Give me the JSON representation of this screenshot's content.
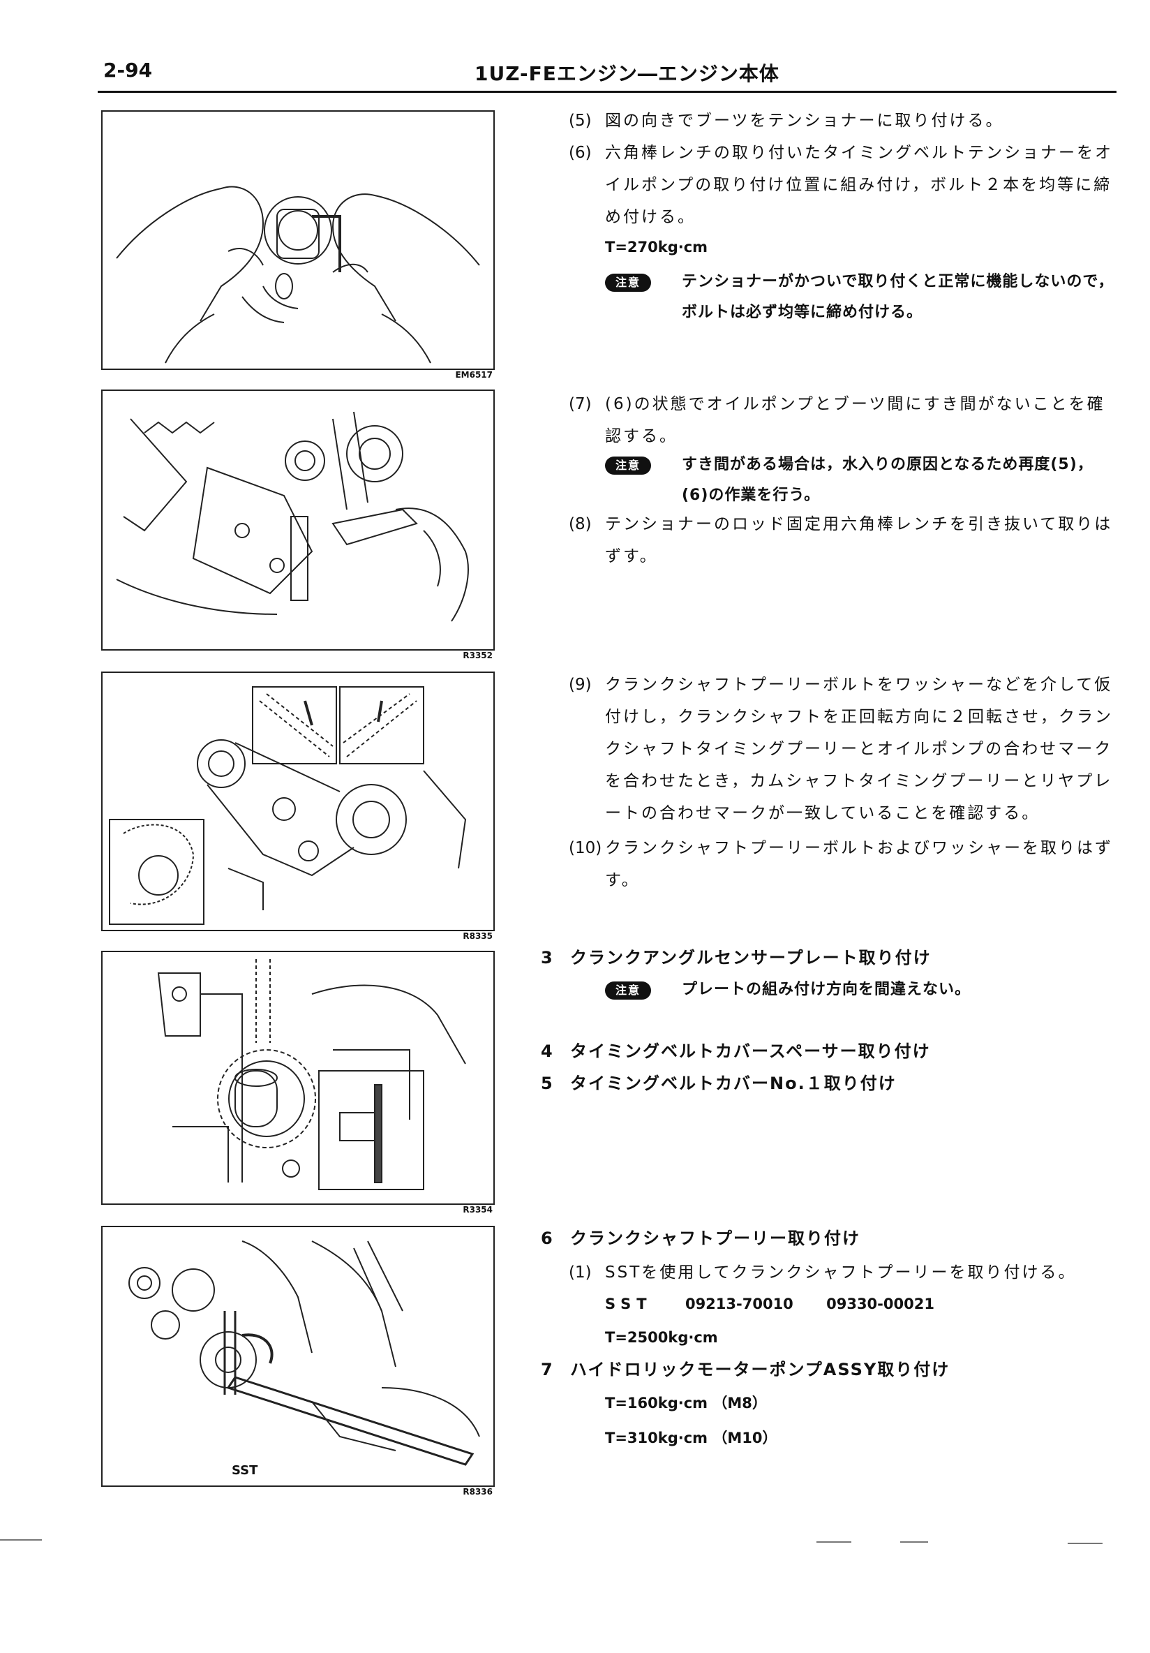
{
  "header": {
    "page_number": "2-94",
    "title": "1UZ-FEエンジン―エンジン本体"
  },
  "figures": [
    {
      "code": "EM6517"
    },
    {
      "code": "R3352"
    },
    {
      "code": "R8335"
    },
    {
      "code": "R3354"
    },
    {
      "code": "R8336",
      "label": "SST"
    }
  ],
  "steps": [
    {
      "num": "(5)",
      "text": "図の向きでブーツをテンショナーに取り付ける。"
    },
    {
      "num": "(6)",
      "text": "六角棒レンチの取り付いたタイミングベルトテンショナーをオイルポンプの取り付け位置に組み付け，ボルト２本を均等に締め付ける。"
    },
    {
      "num": "(7)",
      "text": "(6)の状態でオイルポンプとブーツ間にすき間がないことを確認する。"
    },
    {
      "num": "(8)",
      "text": "テンショナーのロッド固定用六角棒レンチを引き抜いて取りはずす。"
    },
    {
      "num": "(9)",
      "text": "クランクシャフトプーリーボルトをワッシャーなどを介して仮付けし，クランクシャフトを正回転方向に２回転させ，クランクシャフトタイミングプーリーとオイルポンプの合わせマークを合わせたとき，カムシャフトタイミングプーリーとリヤプレートの合わせマークが一致していることを確認する。"
    },
    {
      "num": "(10)",
      "text": "クランクシャフトプーリーボルトおよびワッシャーを取りはずす。"
    },
    {
      "num": "(1)",
      "text": "SSTを使用してクランクシャフトプーリーを取り付ける。"
    }
  ],
  "specs": {
    "tensioner_torque": "T=270kg·cm",
    "sst_label": "SST",
    "sst_1": "09213-70010",
    "sst_2": "09330-00021",
    "pulley_torque": "T=2500kg·cm",
    "pump_torque_m8": "T=160kg·cm （M8）",
    "pump_torque_m10": "T=310kg·cm （M10）"
  },
  "cautions": {
    "tag": "注意",
    "c1": "テンショナーがかついで取り付くと正常に機能しないので，ボルトは必ず均等に締め付ける。",
    "c2": "すき間がある場合は，水入りの原因となるため再度(5)，(6)の作業を行う。",
    "c3": "プレートの組み付け方向を間違えない。"
  },
  "headings": [
    {
      "num": "3",
      "text": "クランクアングルセンサープレート取り付け"
    },
    {
      "num": "4",
      "text": "タイミングベルトカバースペーサー取り付け"
    },
    {
      "num": "5",
      "text": "タイミングベルトカバーNo.１取り付け"
    },
    {
      "num": "6",
      "text": "クランクシャフトプーリー取り付け"
    },
    {
      "num": "7",
      "text": "ハイドロリックモーターポンプASSY取り付け"
    }
  ]
}
